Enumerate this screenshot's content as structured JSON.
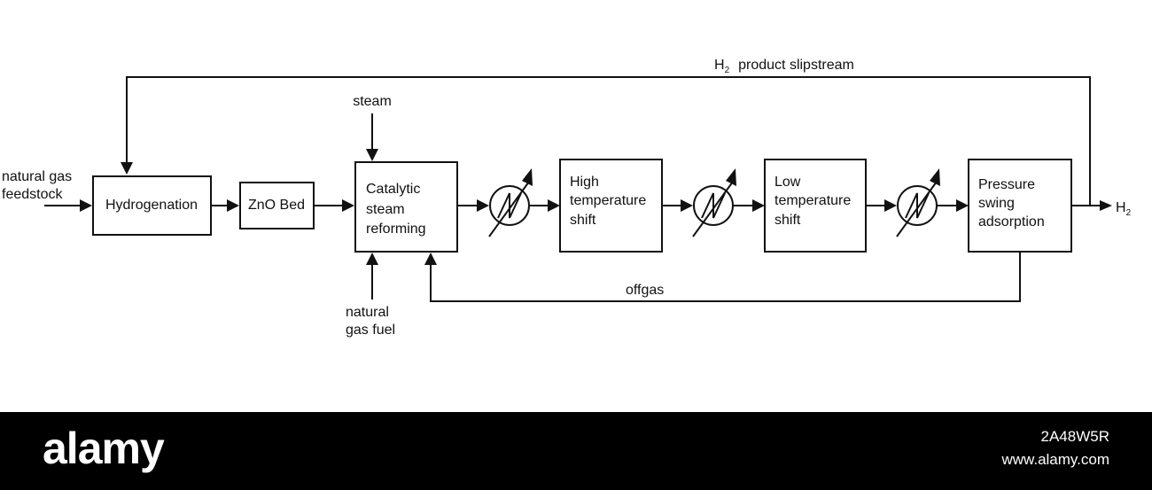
{
  "diagram": {
    "process_blocks": {
      "hydrogenation": "Hydrogenation",
      "zno_bed": "ZnO Bed",
      "reforming": [
        "Catalytic",
        "steam",
        "reforming"
      ],
      "hts": [
        "High",
        "temperature",
        "shift"
      ],
      "lts": [
        "Low",
        "temperature",
        "shift"
      ],
      "psa": [
        "Pressure",
        "swing",
        "adsorption"
      ]
    },
    "streams": {
      "feed": [
        "natural gas",
        "feedstock"
      ],
      "steam": "steam",
      "fuel": [
        "natural",
        "gas fuel"
      ],
      "offgas": "offgas",
      "slipstream_main": "H",
      "slipstream_sub": "2",
      "slipstream_rest": "product slipstream",
      "product_main": "H",
      "product_sub": "2"
    }
  },
  "footer": {
    "brand": "alamy",
    "image_id": "2A48W5R",
    "url": "www.alamy.com"
  }
}
